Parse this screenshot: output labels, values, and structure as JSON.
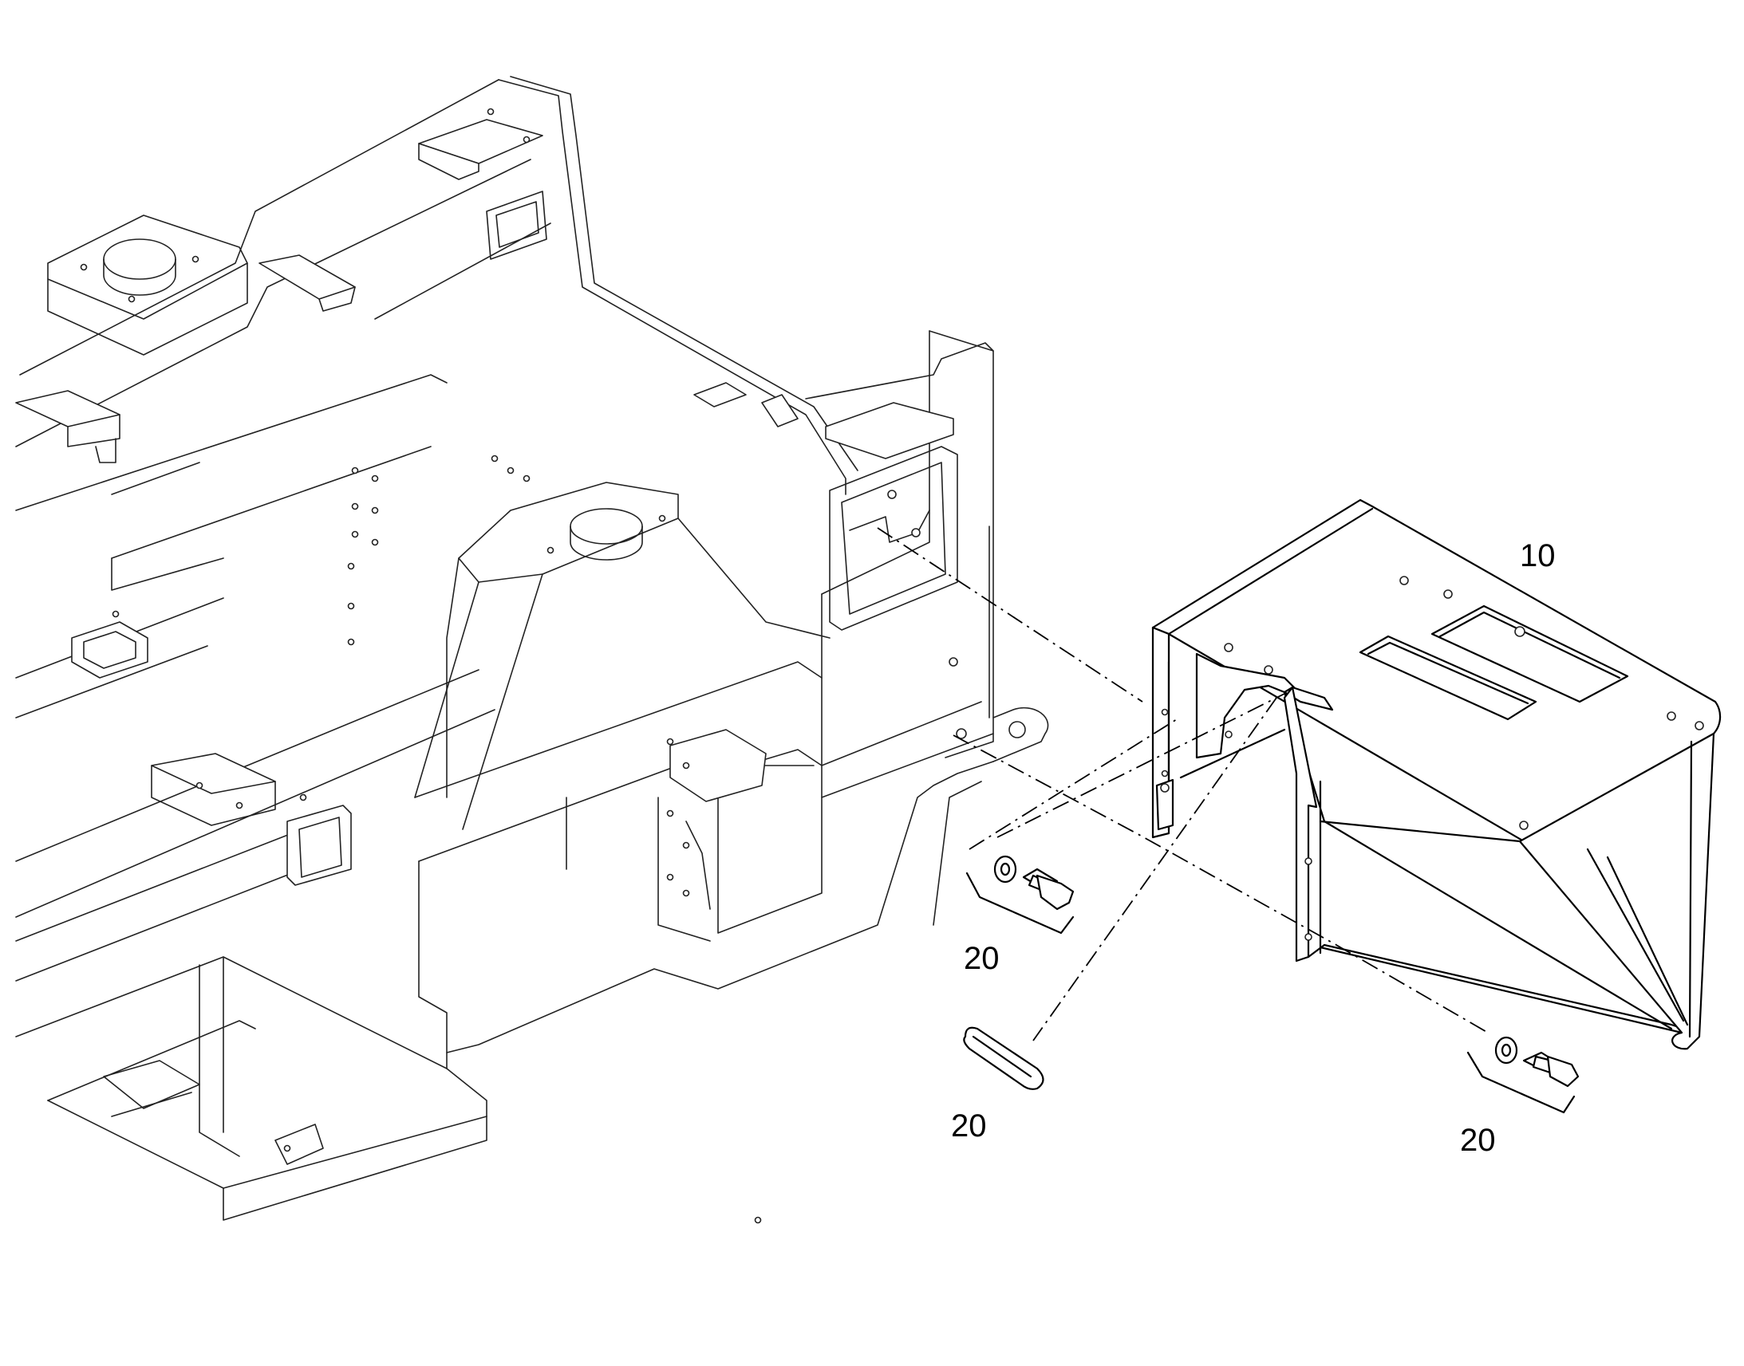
{
  "callouts": {
    "part_10": "10",
    "part_20_left_bolt": "20",
    "part_20_gasket": "20",
    "part_20_right_bolt": "20"
  },
  "colors": {
    "line": "#000000",
    "background": "#ffffff"
  }
}
